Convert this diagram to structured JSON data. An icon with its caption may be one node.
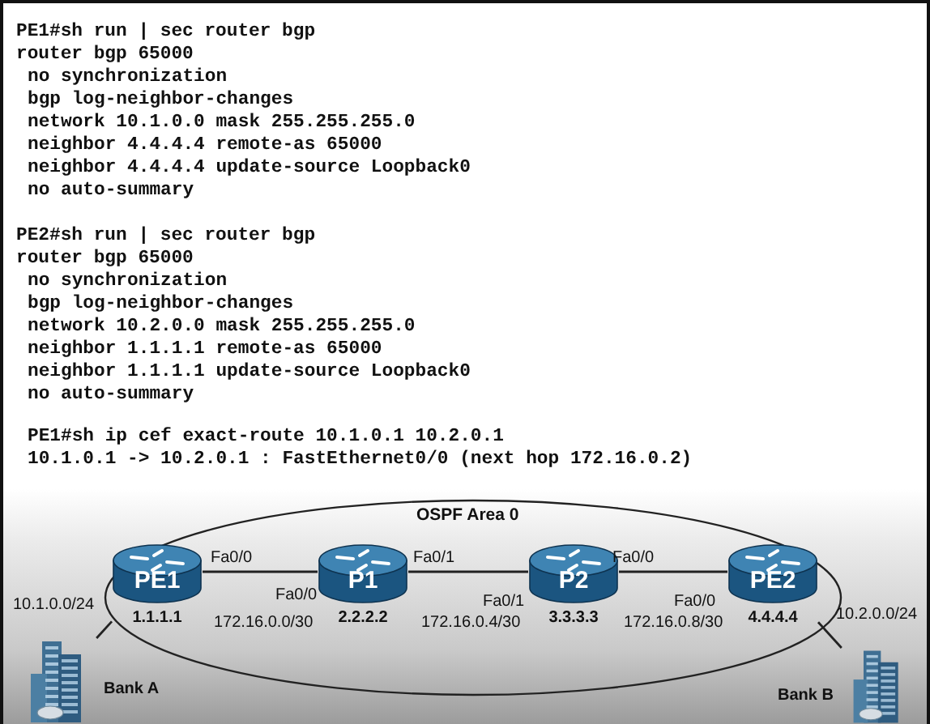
{
  "diagram": {
    "nodes": [
      {
        "text": [
          "OSPF Area 0"
        ]
      },
      {
        "text": [
          "PE1",
          "1.1.1.1"
        ],
        "in": 0
      },
      {
        "text": [
          "P1",
          "2.2.2.2"
        ],
        "in": 0
      },
      {
        "text": [
          "P2",
          "3.3.3.3"
        ],
        "in": 0
      },
      {
        "text": [
          "PE2",
          "4.4.4.4"
        ],
        "in": 0
      },
      {
        "text": [
          "Bank A"
        ],
        "beside": [
          "10.1.0.0/24"
        ]
      },
      {
        "text": [
          "Bank B"
        ],
        "beside": [
          "10.2.0.0/24"
        ]
      }
    ],
    "edges": [
      {
        "from": 5,
        "to": 1,
        "arrow": "none"
      },
      {
        "from": 1,
        "to": 2,
        "arrow": "none",
        "label": "172.16.0.0/30"
      },
      {
        "from": 2,
        "to": 3,
        "arrow": "none",
        "label": "172.16.0.4/30"
      },
      {
        "from": 3,
        "to": 4,
        "arrow": "none",
        "label": "172.16.0.8/30"
      },
      {
        "from": 4,
        "to": 6,
        "arrow": "none"
      }
    ],
    "labels": [
      "PE1#sh run | sec router bgp",
      "router bgp 65000",
      "no synchronization",
      "bgp log-neighbor-changes",
      "network 10.1.0.0 mask 255.255.255.0",
      "neighbor 4.4.4.4 remote-as 65000",
      "neighbor 4.4.4.4 update-source Loopback0",
      "no auto-summary",
      "PE2#sh run | sec router bgp",
      "router bgp 65000",
      "no synchronization",
      "bgp log-neighbor-changes",
      "network 10.2.0.0 mask 255.255.255.0",
      "neighbor 1.1.1.1 remote-as 65000",
      "neighbor 1.1.1.1 update-source Loopback0",
      "no auto-summary",
      "PE1#sh ip cef exact-route 10.1.0.1 10.2.0.1",
      "10.1.0.1 -> 10.2.0.1 : FastEthernet0/0 (next hop 172.16.0.2)",
      "Fa0/0",
      "Fa0/0",
      "Fa0/1",
      "Fa0/1",
      "Fa0/0",
      "Fa0/0"
    ]
  }
}
